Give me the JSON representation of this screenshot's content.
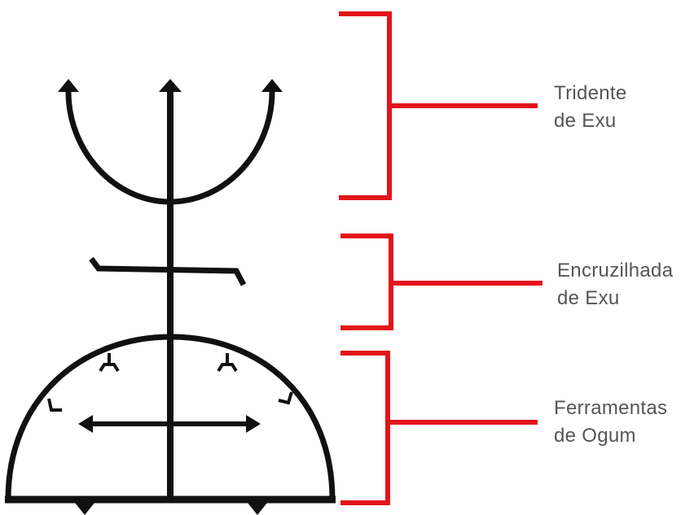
{
  "colors": {
    "ink": "#111111",
    "bracket": "#e3141b",
    "label_text": "#555555",
    "background": "#ffffff"
  },
  "labels": {
    "trident": {
      "line1": "Tridente",
      "line2": "de Exu"
    },
    "crossroad": {
      "line1": "Encruzilhada",
      "line2": "de Exu"
    },
    "tools": {
      "line1": "Ferramentas",
      "line2": "de Ogum"
    }
  }
}
